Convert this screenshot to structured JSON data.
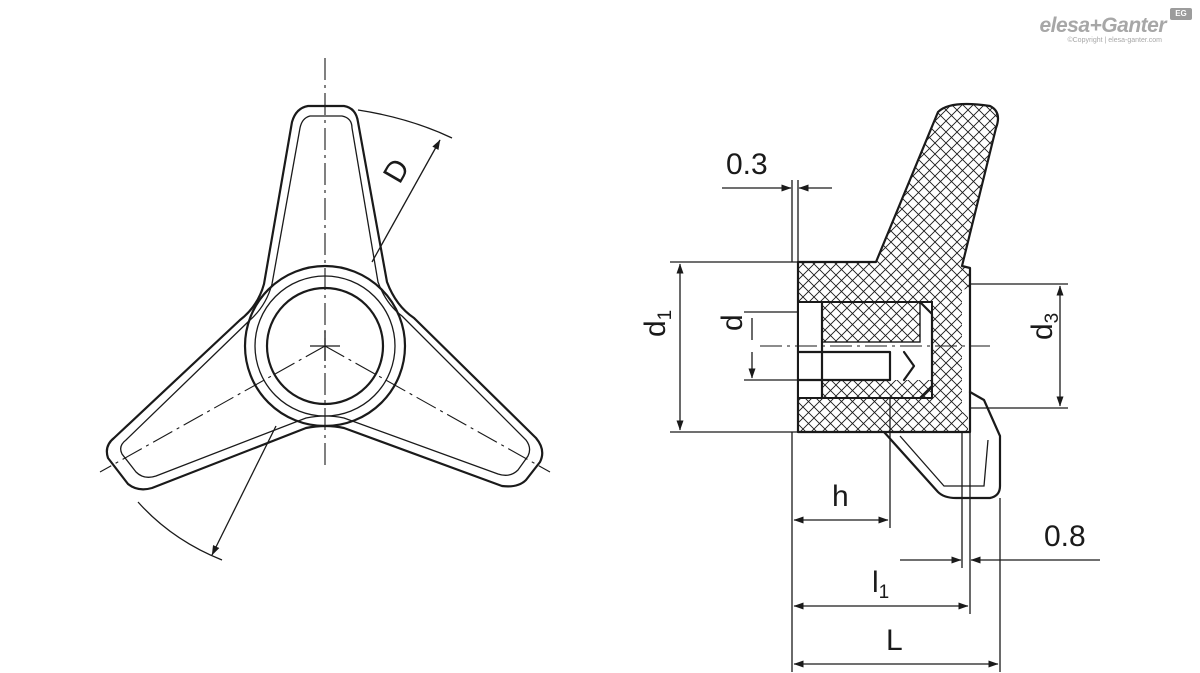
{
  "logo": {
    "brand": "elesa+Ganter",
    "mark": "EG",
    "copyright": "©Copyright | elesa-ganter.com"
  },
  "dimensions": {
    "D": "D",
    "thickness_top": "0.3",
    "d1_main": "d",
    "d1_sub": "1",
    "d": "d",
    "d3_main": "d",
    "d3_sub": "3",
    "h": "h",
    "l1_main": "l",
    "l1_sub": "1",
    "L": "L",
    "thickness_bottom": "0.8"
  },
  "colors": {
    "line": "#1a1a1a",
    "logo": "#a7a7a7"
  }
}
